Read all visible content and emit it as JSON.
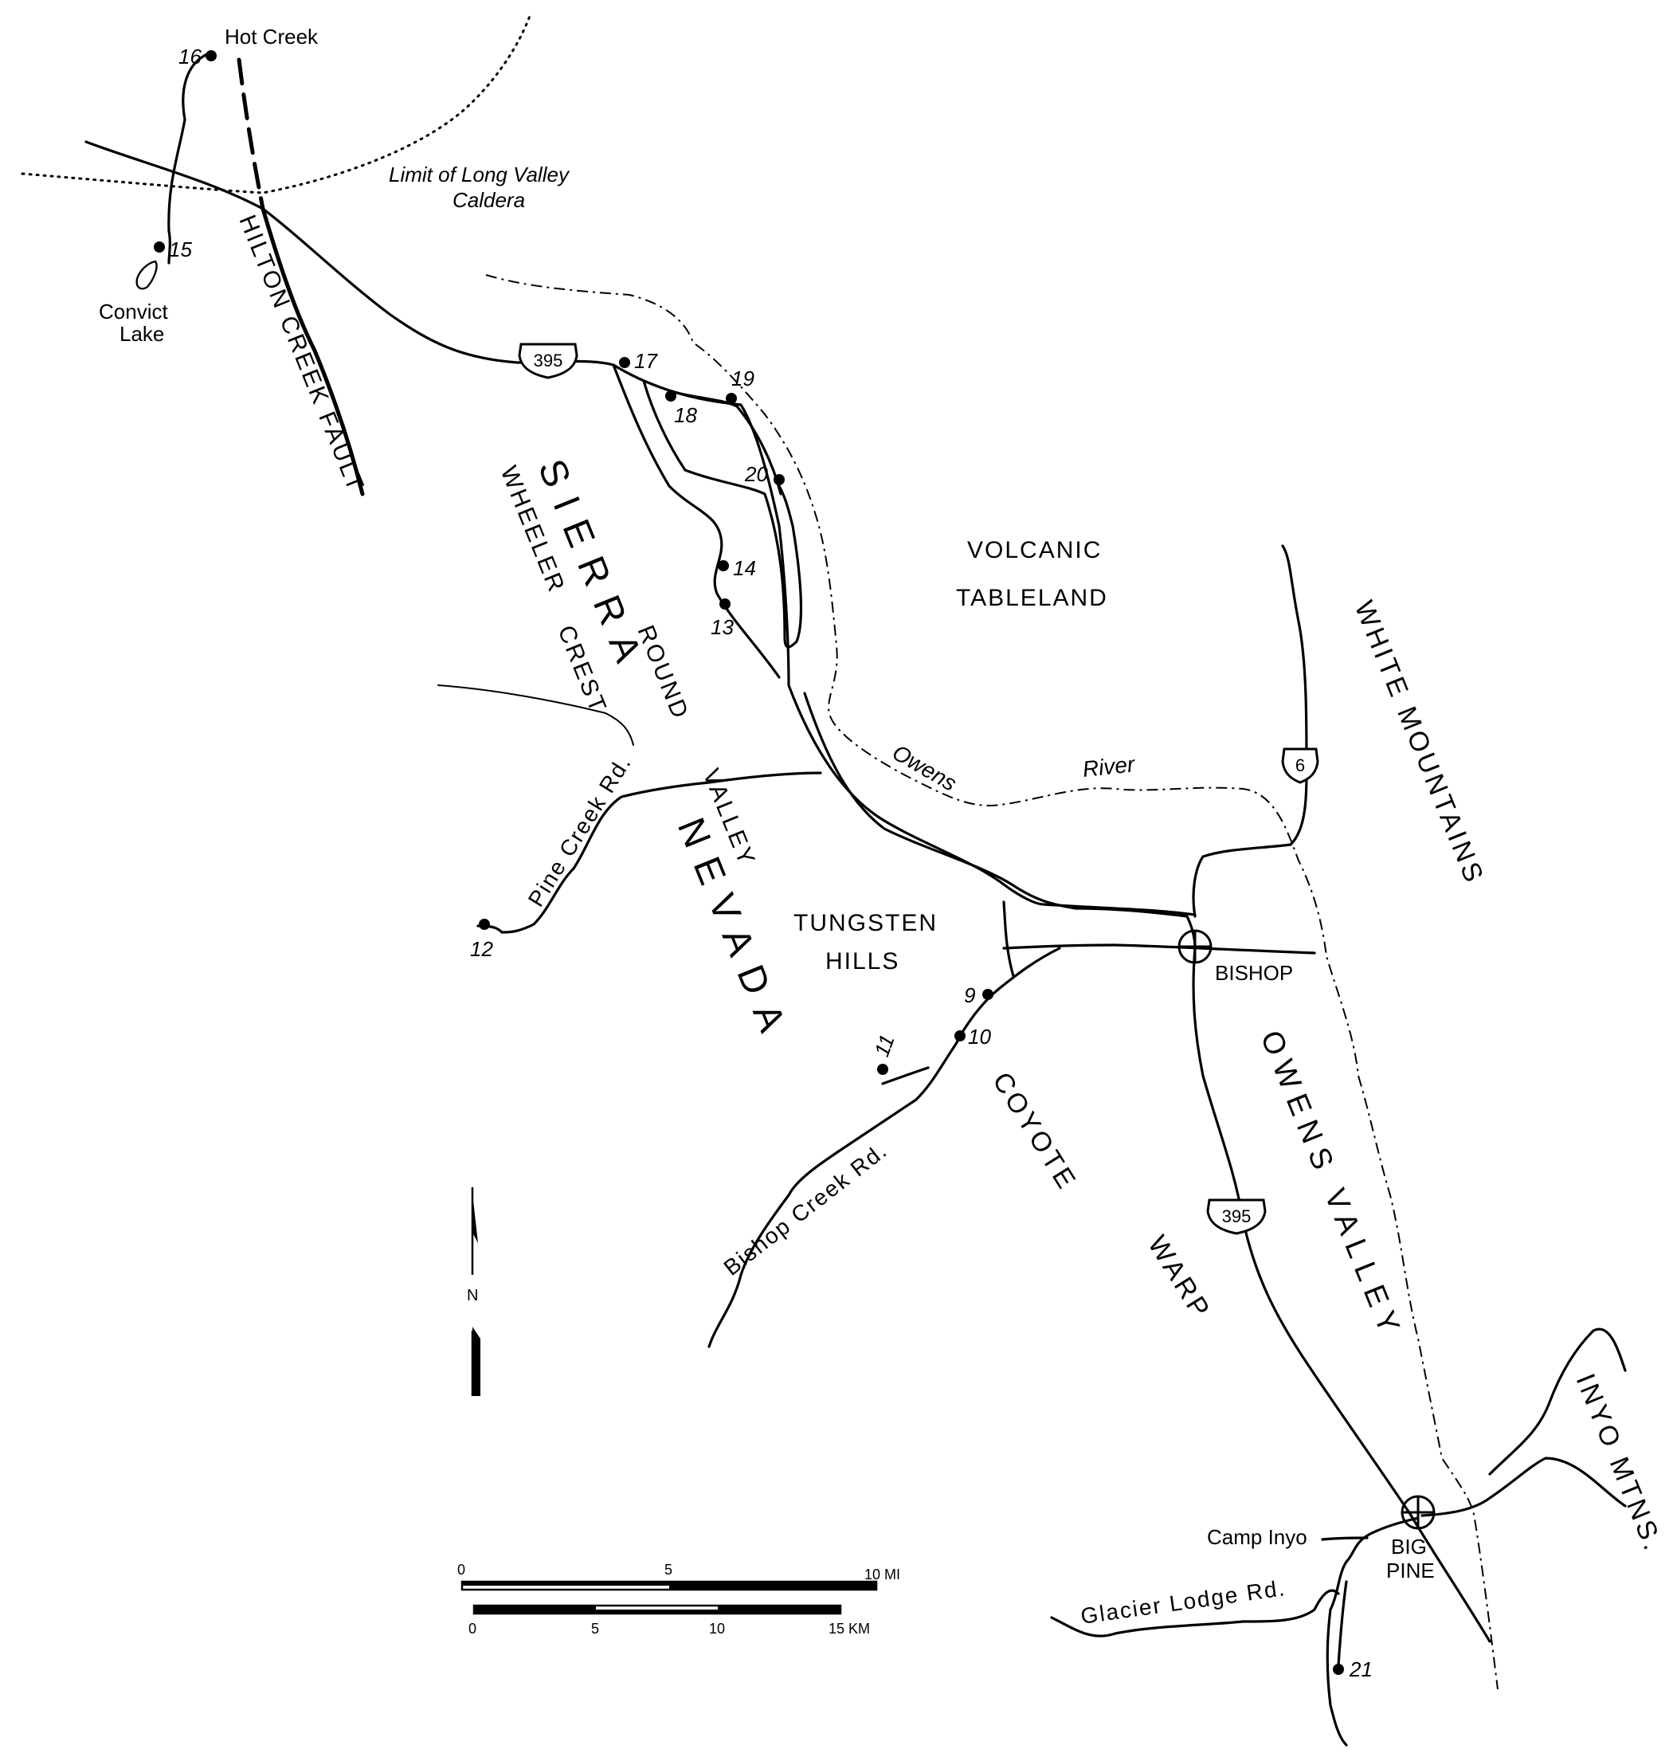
{
  "places": {
    "hot_creek": "Hot Creek",
    "convict_lake_1": "Convict",
    "convict_lake_2": "Lake",
    "caldera_1": "Limit of Long Valley",
    "caldera_2": "Caldera",
    "volcanic_1": "VOLCANIC",
    "volcanic_2": "TABLELAND",
    "white_mountains": "WHITE MOUNTAINS",
    "inyo_mtns": "INYO MTNS.",
    "hilton_fault": "HILTON CREEK FAULT",
    "sierra": "SIERRA",
    "nevada": "NEVADA",
    "wheeler_crest_1": "WHEELER",
    "wheeler_crest_2": "CREST",
    "round_valley_1": "ROUND",
    "round_valley_2": "VALLEY",
    "tungsten_1": "TUNGSTEN",
    "tungsten_2": "HILLS",
    "coyote": "COYOTE",
    "warp": "WARP",
    "owens_valley": "OWENS VALLEY",
    "bishop": "BISHOP",
    "big_pine_1": "BIG",
    "big_pine_2": "PINE",
    "camp_inyo": "Camp Inyo"
  },
  "roads": {
    "pine_creek": "Pine Creek Rd.",
    "bishop_creek": "Bishop Creek Rd.",
    "glacier_lodge": "Glacier Lodge Rd."
  },
  "rivers": {
    "owens": "Owens",
    "river": "River"
  },
  "shields": {
    "us395_north": "395",
    "us395_south": "395",
    "us6": "6"
  },
  "sites": [
    "9",
    "10",
    "11",
    "12",
    "13",
    "14",
    "15",
    "16",
    "17",
    "18",
    "19",
    "20",
    "21"
  ],
  "north_arrow": {
    "label": "N"
  },
  "scale": {
    "miles": [
      "0",
      "5",
      "10 MI"
    ],
    "km": [
      "0",
      "5",
      "10",
      "15 KM"
    ]
  }
}
